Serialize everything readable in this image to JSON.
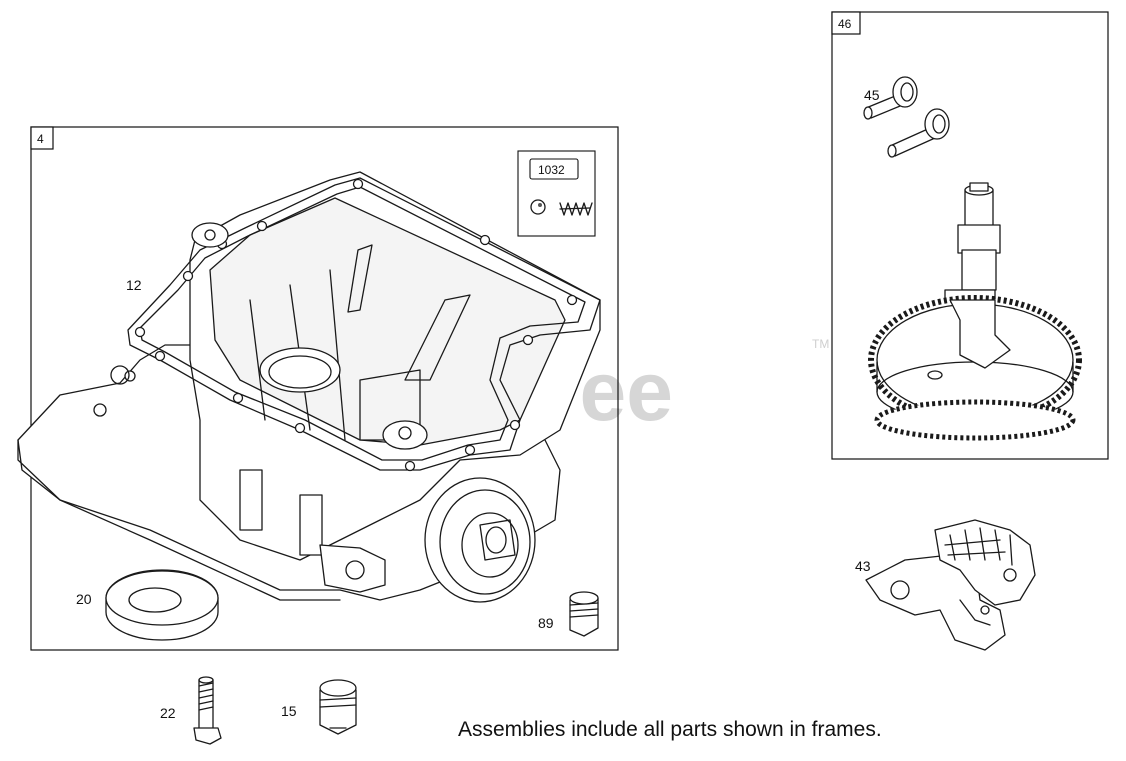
{
  "diagram": {
    "frames": [
      {
        "id": "frame-4",
        "label": "4"
      },
      {
        "id": "frame-46",
        "label": "46"
      },
      {
        "id": "frame-1032",
        "label": "1032"
      }
    ],
    "parts": [
      {
        "id": "12",
        "label": "12",
        "name": "gasket"
      },
      {
        "id": "20",
        "label": "20",
        "name": "seal"
      },
      {
        "id": "89",
        "label": "89",
        "name": "plug"
      },
      {
        "id": "22",
        "label": "22",
        "name": "screw"
      },
      {
        "id": "15",
        "label": "15",
        "name": "plug"
      },
      {
        "id": "45",
        "label": "45",
        "name": "tappet"
      },
      {
        "id": "43",
        "label": "43",
        "name": "governor-assembly"
      }
    ],
    "note": "Assemblies include all parts shown in frames.",
    "watermark": "PartsTree",
    "trademark": "TM"
  }
}
